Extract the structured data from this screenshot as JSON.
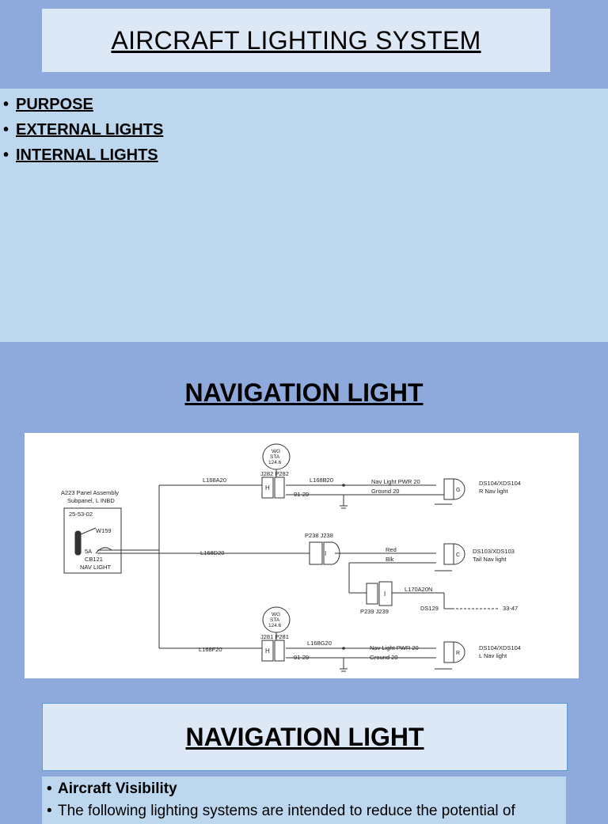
{
  "slide1": {
    "title": "AIRCRAFT LIGHTING SYSTEM",
    "bullets": [
      "PURPOSE",
      "EXTERNAL LIGHTS",
      "INTERNAL LIGHTS"
    ]
  },
  "slide2": {
    "title": "NAVIGATION LIGHT",
    "diagram": {
      "panel_label_1": "A223 Panel Assembly",
      "panel_label_2": "Subpanel, L INBD",
      "panel_ref": "25-53-02",
      "wire_w": "W159",
      "breaker_rating": "5A",
      "breaker_id": "CB121",
      "breaker_name": "NAV LIGHT",
      "top_sta_1": "WG",
      "top_sta_2": "STA",
      "top_sta_3": "124.6",
      "top_conn": "J282 P282",
      "top_wire_in": "L168A20",
      "top_wire_out": "L168B20",
      "top_ref": "91-29",
      "top_pwr": "Nav Light PWR 20",
      "top_gnd": "Ground 20",
      "top_lamp_letter": "G",
      "top_lamp_id": "DS104/XDS104",
      "top_lamp_name": "R Nav light",
      "mid_wire": "L168D20",
      "mid_conn": "P238  J238",
      "mid_red": "Red",
      "mid_blk": "Blk",
      "mid_lamp_letter": "C",
      "mid_lamp_id": "DS103/XDS103",
      "mid_lamp_name": "Tail Nav light",
      "low_wire": "L170A20N",
      "low_conn": "P239  J239",
      "low_ds": "DS129",
      "low_ref": "33-47",
      "bot_sta_1": "WG",
      "bot_sta_2": "STA",
      "bot_sta_3": "124.6",
      "bot_conn": "J281 P281",
      "bot_wire_in": "L168F20",
      "bot_wire_out": "L168G20",
      "bot_ref": "91-29",
      "bot_pwr": "Nav Light PWR 20",
      "bot_gnd": "Ground 20",
      "bot_lamp_letter": "R",
      "bot_lamp_id": "DS104/XDS104",
      "bot_lamp_name": "L Nav light",
      "conn_letter": "H",
      "conn_letter_mid": "I"
    }
  },
  "slide3": {
    "title": "NAVIGATION LIGHT",
    "bullets": [
      "Aircraft Visibility",
      "The following lighting systems are intended to reduce the potential of"
    ]
  }
}
